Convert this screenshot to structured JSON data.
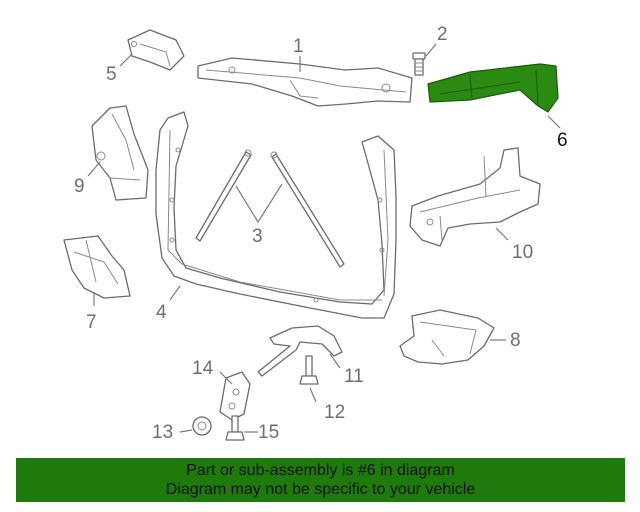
{
  "diagram": {
    "highlight_color": "#2a8a12",
    "callouts": {
      "c1": "1",
      "c2": "2",
      "c3": "3",
      "c4": "4",
      "c5": "5",
      "c6": "6",
      "c7": "7",
      "c8": "8",
      "c9": "9",
      "c10": "10",
      "c11": "11",
      "c12": "12",
      "c13": "13",
      "c14": "14",
      "c15": "15"
    }
  },
  "footer": {
    "bg_color": "#1f7a0c",
    "line1": "Part or sub-assembly is #6 in diagram",
    "line2": "Diagram may not be specific to your vehicle"
  }
}
